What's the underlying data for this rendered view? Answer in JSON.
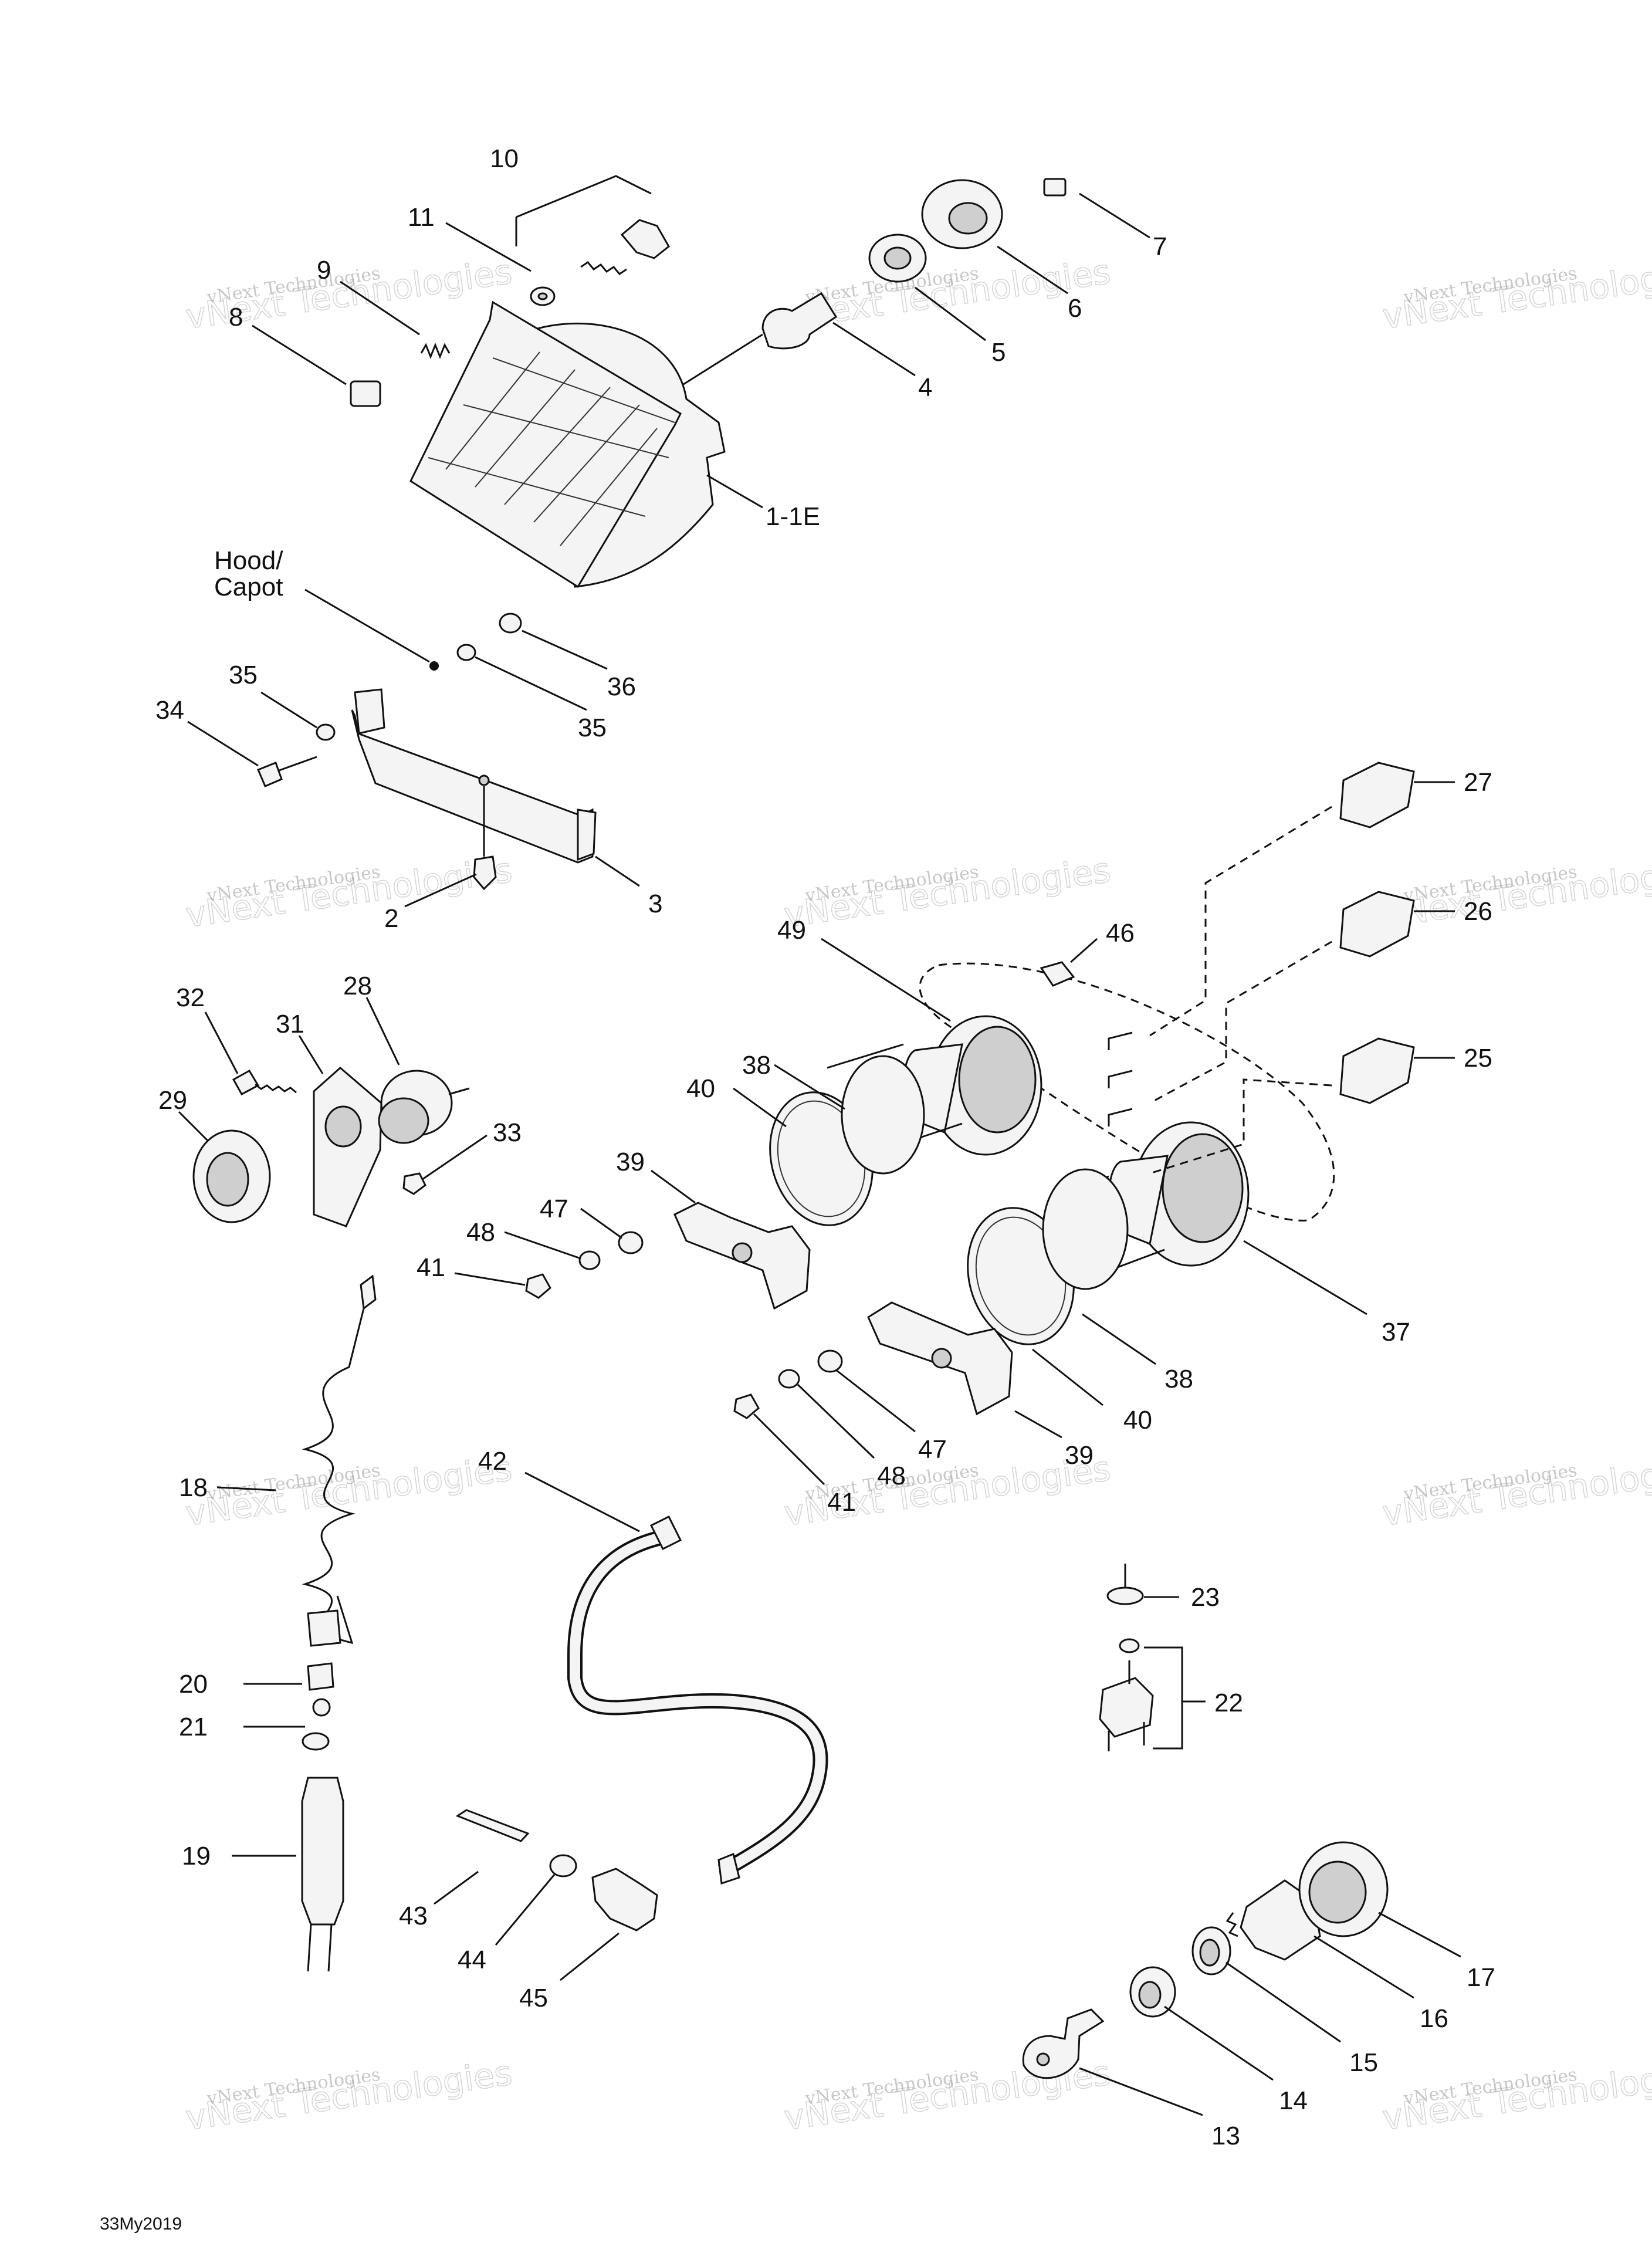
{
  "callouts": {
    "c1_1e": "1-1E",
    "c2": "2",
    "c3": "3",
    "c4": "4",
    "c5": "5",
    "c6": "6",
    "c7": "7",
    "c8": "8",
    "c9": "9",
    "c10": "10",
    "c11": "11",
    "c13": "13",
    "c14": "14",
    "c15": "15",
    "c16": "16",
    "c17": "17",
    "c18": "18",
    "c19": "19",
    "c20": "20",
    "c21": "21",
    "c22": "22",
    "c23": "23",
    "c25": "25",
    "c26": "26",
    "c27": "27",
    "c28": "28",
    "c29": "29",
    "c31": "31",
    "c32": "32",
    "c33": "33",
    "c34": "34",
    "c35a": "35",
    "c35b": "35",
    "c36": "36",
    "c37": "37",
    "c38a": "38",
    "c38b": "38",
    "c39a": "39",
    "c39b": "39",
    "c40a": "40",
    "c40b": "40",
    "c41a": "41",
    "c41b": "41",
    "c42": "42",
    "c43": "43",
    "c44": "44",
    "c45": "45",
    "c46": "46",
    "c47a": "47",
    "c47b": "47",
    "c48a": "48",
    "c48b": "48",
    "c49": "49"
  },
  "hood_label": {
    "line1": "Hood/",
    "line2": "Capot"
  },
  "watermark": {
    "line1": "vNext Technologies",
    "line2": "vNext Technologies"
  },
  "footer": {
    "code": "33My2019"
  }
}
